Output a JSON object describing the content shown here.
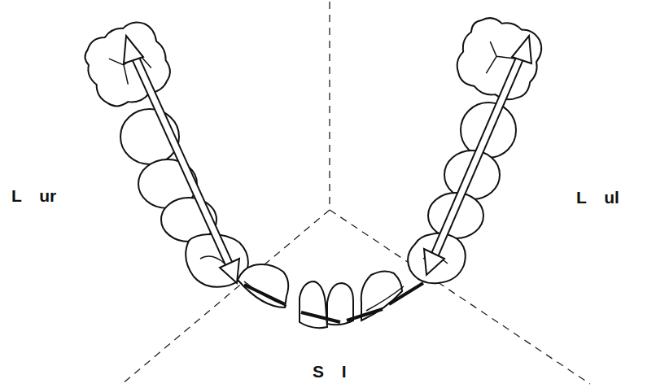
{
  "diagram": {
    "labels": [
      "L ur",
      "L ul",
      "S I"
    ]
  }
}
